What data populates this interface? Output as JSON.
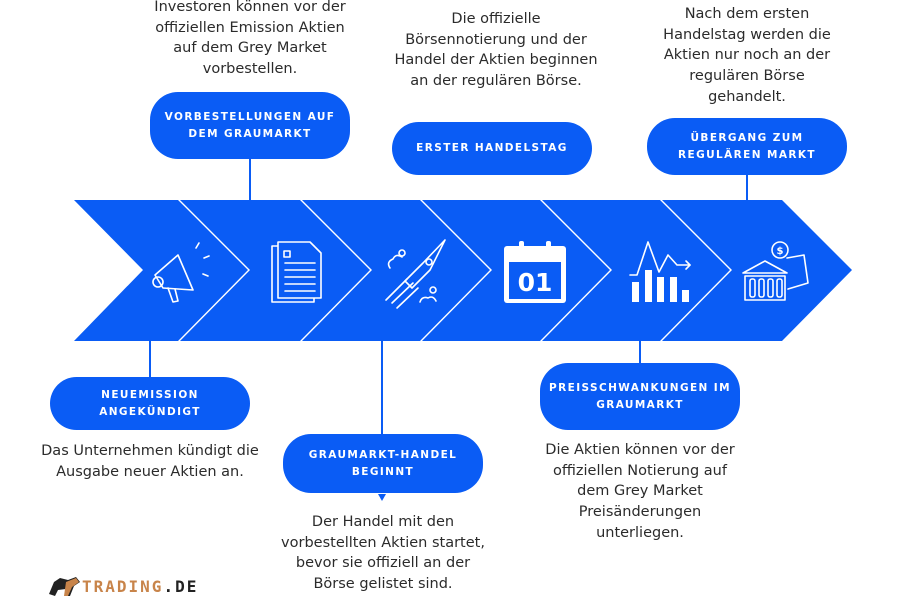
{
  "colors": {
    "accent": "#0a5cf5",
    "text": "#2b2b2b",
    "logo_orange": "#c8844a"
  },
  "steps": [
    {
      "title": "NEUEMISSION ANGEKÜNDIGT",
      "description": "Das Unternehmen kündigt die Ausgabe neuer Aktien an.",
      "icon": "megaphone-icon"
    },
    {
      "title": "VORBESTELLUNGEN AUF DEM GRAUMARKT",
      "description": "Investoren können vor der offiziellen Emission Aktien auf dem Grey Market vorbestellen.",
      "icon": "document-icon"
    },
    {
      "title": "GRAUMARKT-HANDEL BEGINNT",
      "description": "Der Handel mit den vorbestellten Aktien startet, bevor sie offiziell an der Börse gelistet sind.",
      "icon": "rocket-icon"
    },
    {
      "title": "ERSTER HANDELSTAG",
      "description": "Die offizielle Börsennotierung und der Handel der Aktien beginnen an der regulären Börse.",
      "icon": "calendar-icon",
      "icon_text": "01"
    },
    {
      "title": "PREISSCHWANKUNGEN IM GRAUMARKT",
      "description": "Die Aktien können vor der offiziellen Notierung auf dem Grey Market Preisänderungen unterliegen.",
      "icon": "chart-icon"
    },
    {
      "title": "ÜBERGANG ZUM REGULÄREN MARKT",
      "description": "Nach dem ersten Handelstag werden die Aktien nur noch an der regulären Börse gehandelt.",
      "icon": "bank-money-icon"
    }
  ],
  "logo": {
    "text": "TRADING",
    "suffix": ".DE"
  }
}
